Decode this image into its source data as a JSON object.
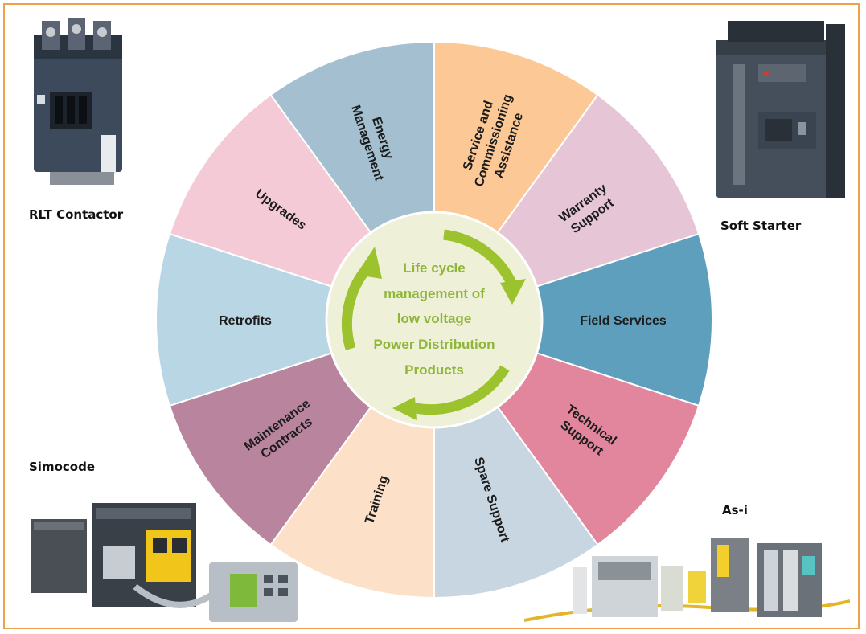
{
  "center": {
    "lines": [
      "Life cycle",
      "management of",
      "low voltage",
      "Power Distribution",
      "Products"
    ]
  },
  "sectors": [
    {
      "label_lines": [
        "Service and",
        "Commissioning",
        "Assistance"
      ],
      "color": "#fbc896"
    },
    {
      "label_lines": [
        "Warranty",
        "Support"
      ],
      "color": "#e6c6d6"
    },
    {
      "label_lines": [
        "Field Services"
      ],
      "color": "#5f9fbe"
    },
    {
      "label_lines": [
        "Technical",
        "Support"
      ],
      "color": "#e2869e"
    },
    {
      "label_lines": [
        "Spare Support"
      ],
      "color": "#c8d6e2"
    },
    {
      "label_lines": [
        "Training"
      ],
      "color": "#fde0c8"
    },
    {
      "label_lines": [
        "Maintenance",
        "Contracts"
      ],
      "color": "#b8849e"
    },
    {
      "label_lines": [
        "Retrofits"
      ],
      "color": "#b8d6e4"
    },
    {
      "label_lines": [
        "Upgrades"
      ],
      "color": "#f3cad6"
    },
    {
      "label_lines": [
        "Energy",
        "Management"
      ],
      "color": "#a4c0d0"
    }
  ],
  "products": {
    "rlt_contactor": "RLT Contactor",
    "soft_starter": "Soft Starter",
    "simocode": "Simocode",
    "as_i": "As-i"
  },
  "colors": {
    "frame": "#f0a04b",
    "center_fill": "#eef0d8",
    "center_text": "#8fb63a",
    "arrow": "#9cc22e"
  }
}
